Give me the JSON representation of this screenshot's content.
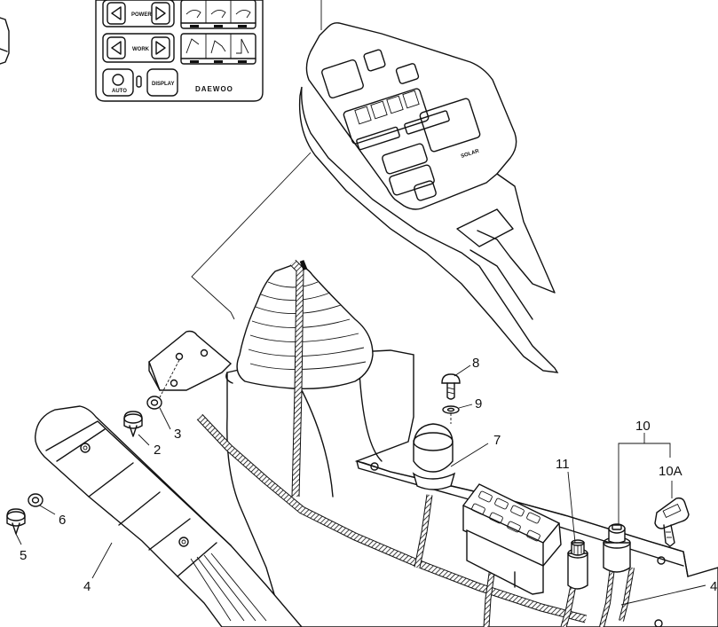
{
  "callouts": {
    "c2": "2",
    "c3": "3",
    "c4a": "4",
    "c4b": "4",
    "c5": "5",
    "c6": "6",
    "c7": "7",
    "c8": "8",
    "c9": "9",
    "c10": "10",
    "c10a": "10A",
    "c11": "11"
  },
  "inset_panel": {
    "power_label": "POWER",
    "work_label": "WORK",
    "auto_label": "AUTO",
    "display_label": "DISPLAY",
    "brand_label": "DAEWOO"
  },
  "monitor_panel": {
    "brand_label": "SOLAR"
  }
}
